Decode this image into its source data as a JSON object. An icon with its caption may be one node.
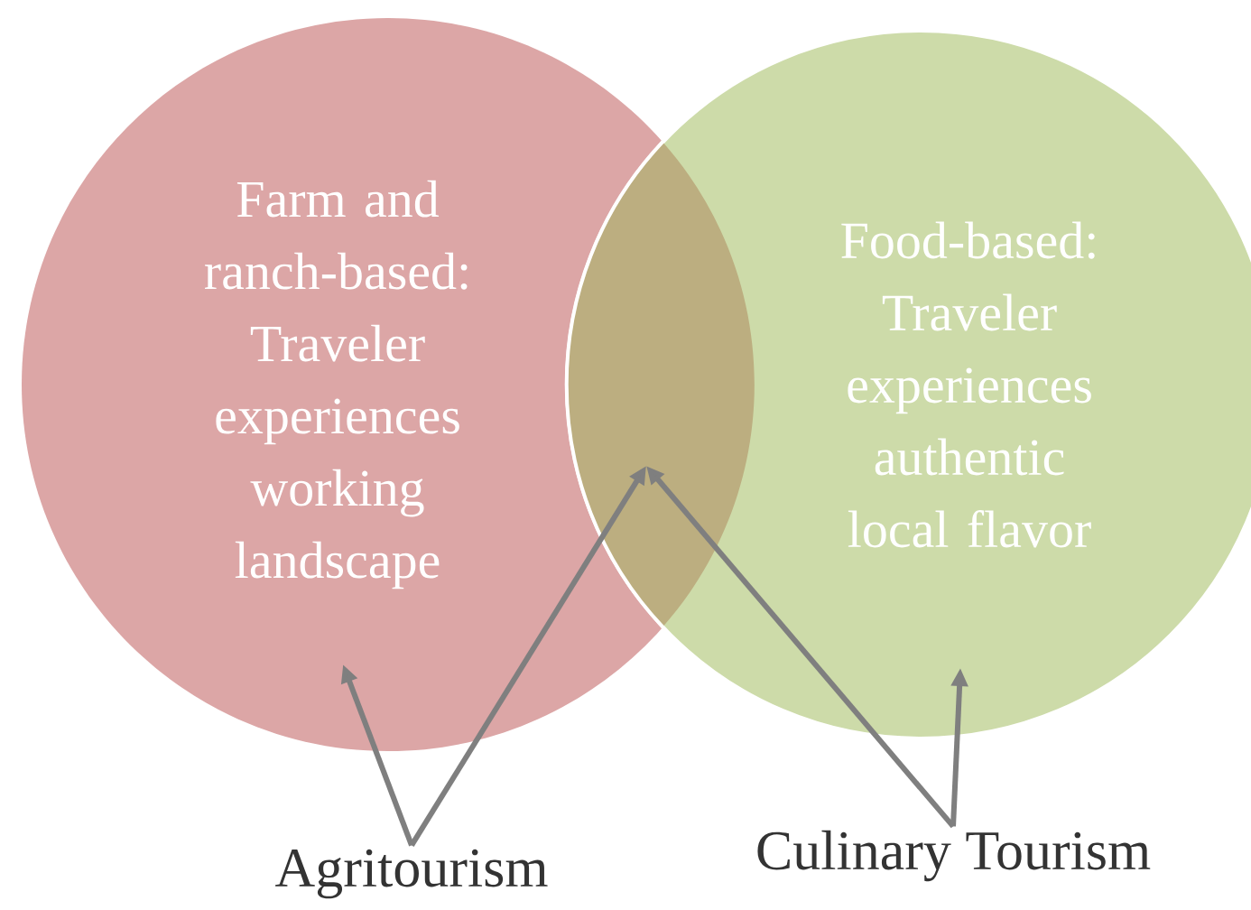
{
  "diagram": {
    "nodes": [
      {
        "text": [
          "Farm and ranch-based:",
          "Traveler experiences working landscape"
        ]
      },
      {
        "text": [
          "Food-based:",
          "Traveler experiences authentic local flavor"
        ]
      },
      {
        "text": [],
        "shape": "lens"
      },
      {
        "text": [
          "Agritourism"
        ]
      },
      {
        "text": [
          "Culinary Tourism"
        ]
      }
    ],
    "edges": [
      {
        "from": 3,
        "to": 0,
        "arrow": "to"
      },
      {
        "from": 3,
        "to": 2,
        "arrow": "to"
      },
      {
        "from": 4,
        "to": 2,
        "arrow": "to"
      },
      {
        "from": 4,
        "to": 1,
        "arrow": "to"
      }
    ]
  }
}
